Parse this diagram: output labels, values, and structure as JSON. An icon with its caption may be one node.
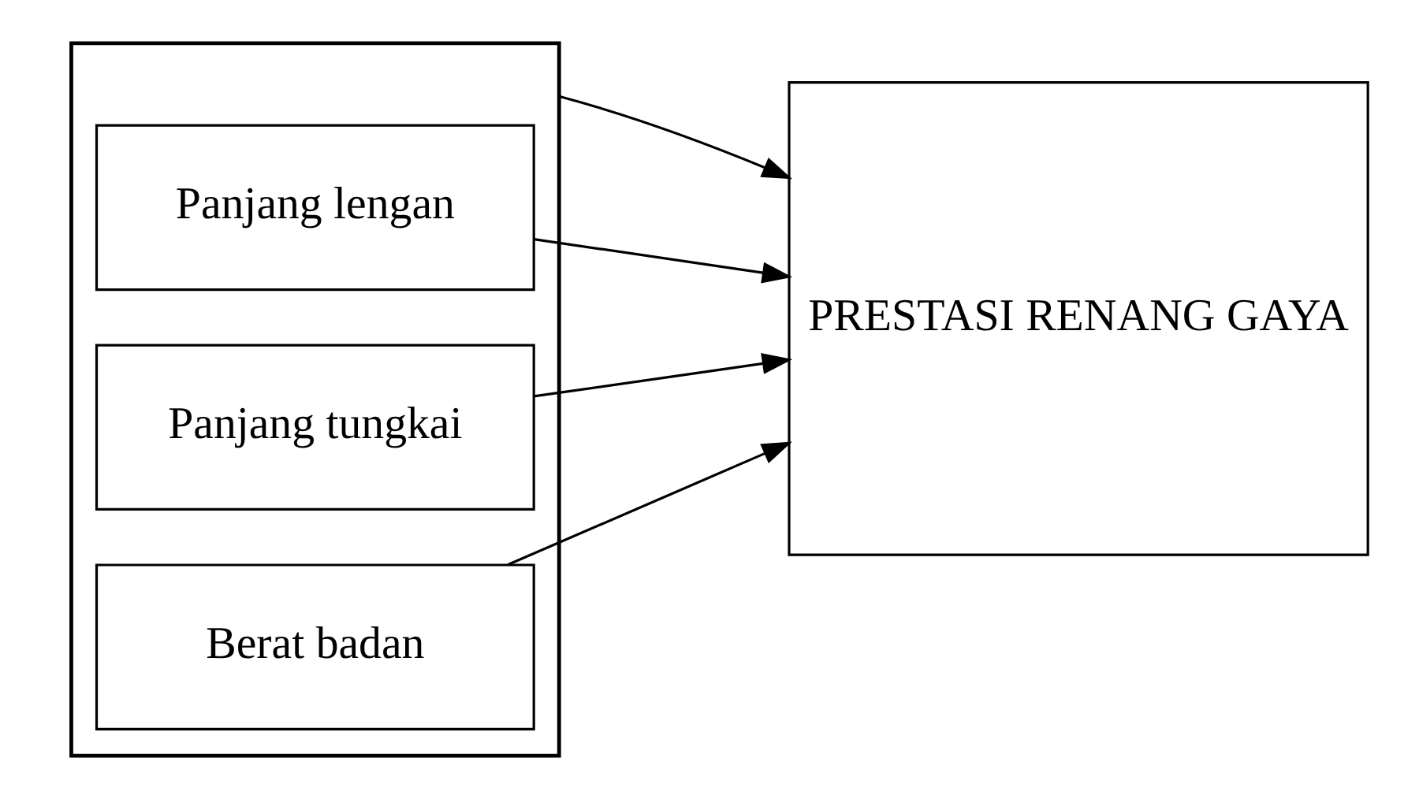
{
  "diagram": {
    "nodes": [
      {
        "text": [],
        "shape": "box"
      },
      {
        "text": [
          "Panjang lengan"
        ],
        "in": 0
      },
      {
        "text": [
          "Panjang tungkai"
        ],
        "in": 0
      },
      {
        "text": [
          "Berat badan"
        ],
        "in": 0
      },
      {
        "text": [
          "PRESTASI RENANG GAYA"
        ]
      }
    ],
    "edges": [
      {
        "from": 0,
        "to": 4,
        "arrow": "to"
      },
      {
        "from": 1,
        "to": 4,
        "arrow": "to"
      },
      {
        "from": 2,
        "to": 4,
        "arrow": "to"
      },
      {
        "from": 3,
        "to": 4,
        "arrow": "to"
      }
    ]
  }
}
